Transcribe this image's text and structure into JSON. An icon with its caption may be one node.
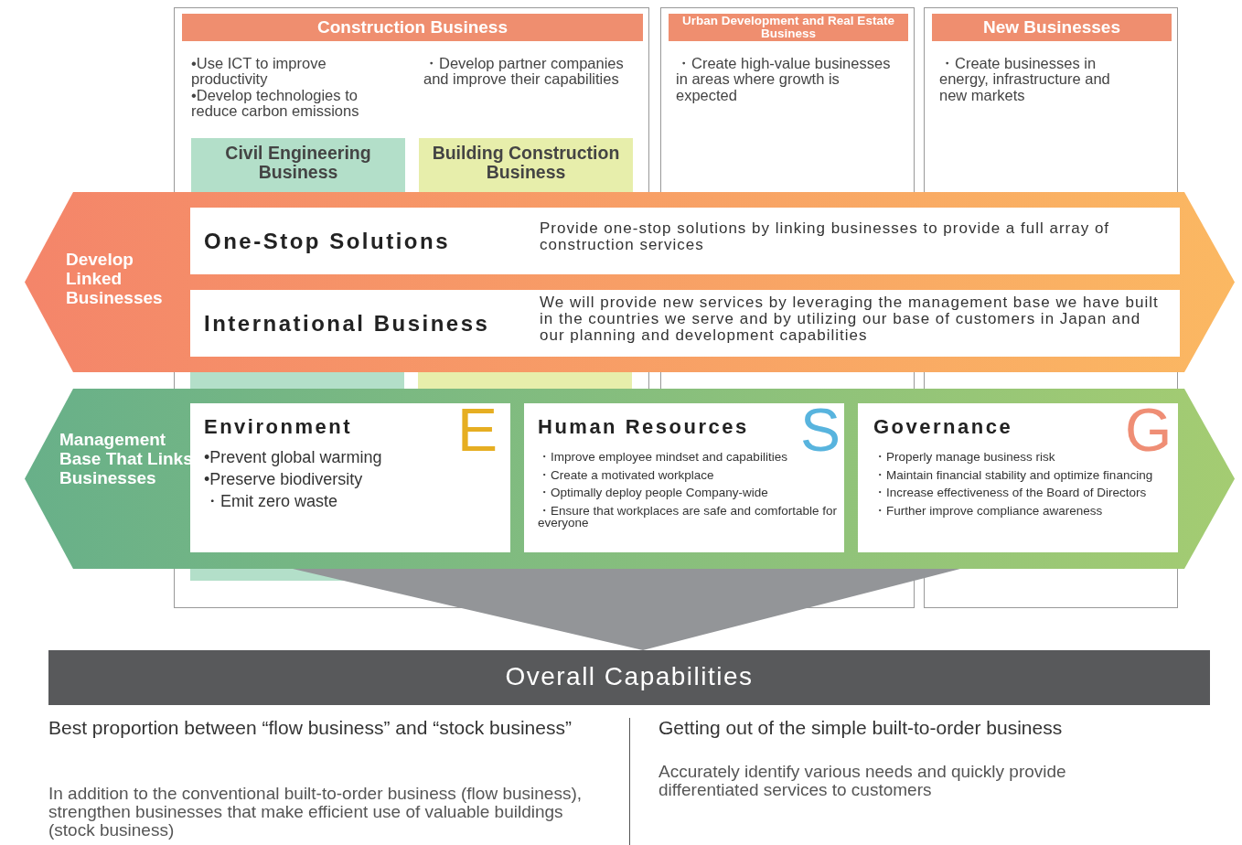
{
  "diagram": {
    "nodes": [
      {
        "text": [
          "Construction Business",
          "•Use ICT to improve productivity",
          "•Develop technologies to reduce carbon emissions",
          "・Develop partner companies and improve their capabilities"
        ]
      },
      {
        "text": [
          "Civil Engineering Business"
        ],
        "in": 0
      },
      {
        "text": [
          "Building Construction Business"
        ],
        "in": 0
      },
      {
        "text": [
          "Urban Development and Real Estate Business",
          "・Create high-value businesses in areas where growth is expected"
        ]
      },
      {
        "text": [
          "New Businesses",
          "・Create businesses in energy, infrastructure and new markets"
        ]
      },
      {
        "text": [
          "Develop Linked Businesses"
        ]
      },
      {
        "text": [
          "One-Stop Solutions",
          "Provide one-stop solutions by linking businesses to provide a full array of construction services"
        ],
        "in": 5
      },
      {
        "text": [
          "International Business",
          "We will provide new services by leveraging the management base we have built in the countries we serve and by utilizing our base of customers in Japan and our planning and development capabilities"
        ],
        "in": 5
      },
      {
        "text": [
          "Management Base That Links Businesses"
        ]
      },
      {
        "text": [
          "Environment",
          "E",
          "•Prevent global warming",
          "•Preserve biodiversity",
          "・Emit zero waste"
        ],
        "in": 8
      },
      {
        "text": [
          "Human Resources",
          "S",
          "・Improve employee mindset and capabilities",
          "・Create a motivated workplace",
          "・Optimally deploy people Company-wide",
          "・Ensure that workplaces are safe and comfortable for everyone"
        ],
        "in": 8
      },
      {
        "text": [
          "Governance",
          "G",
          "・Properly manage business risk",
          "・Maintain financial stability and optimize financing",
          "・Increase effectiveness of the Board of Directors",
          "・Further improve compliance awareness"
        ],
        "in": 8
      },
      {
        "text": [
          "Overall Capabilities"
        ]
      }
    ],
    "edges": [
      {
        "from": 8,
        "to": 12,
        "arrow": "to"
      }
    ],
    "labels": [
      "Best proportion between “flow business” and “stock business”",
      "In addition to the conventional built-to-order business (flow business), strengthen businesses that make efficient use of valuable buildings (stock business)",
      "Getting out of the simple built-to-order business",
      "Accurately identify various needs and quickly provide differentiated services to customers"
    ]
  }
}
